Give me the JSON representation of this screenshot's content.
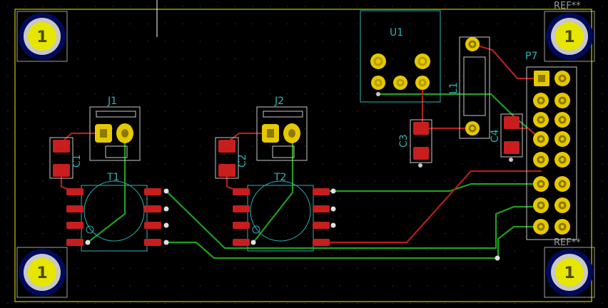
{
  "board": {
    "refs": {
      "u1": "U1",
      "j1": "J1",
      "j2": "J2",
      "t1": "T1",
      "t2": "T2",
      "c1": "C1",
      "c2": "C2",
      "c3": "C3",
      "c4": "C4",
      "l1": "L1",
      "p7": "P7",
      "ref_top": "REF**",
      "ref_bottom": "REF**"
    },
    "mounting_holes": [
      "1",
      "1",
      "1",
      "1"
    ],
    "colors": {
      "background": "#000000",
      "edge_cuts": "#c8c800",
      "silkscreen": "#2bb5b5",
      "front_copper": "#b41e1e",
      "back_copper": "#1ea01e",
      "pad": "#d2c800",
      "grid_dot": "#2a2a55"
    }
  }
}
